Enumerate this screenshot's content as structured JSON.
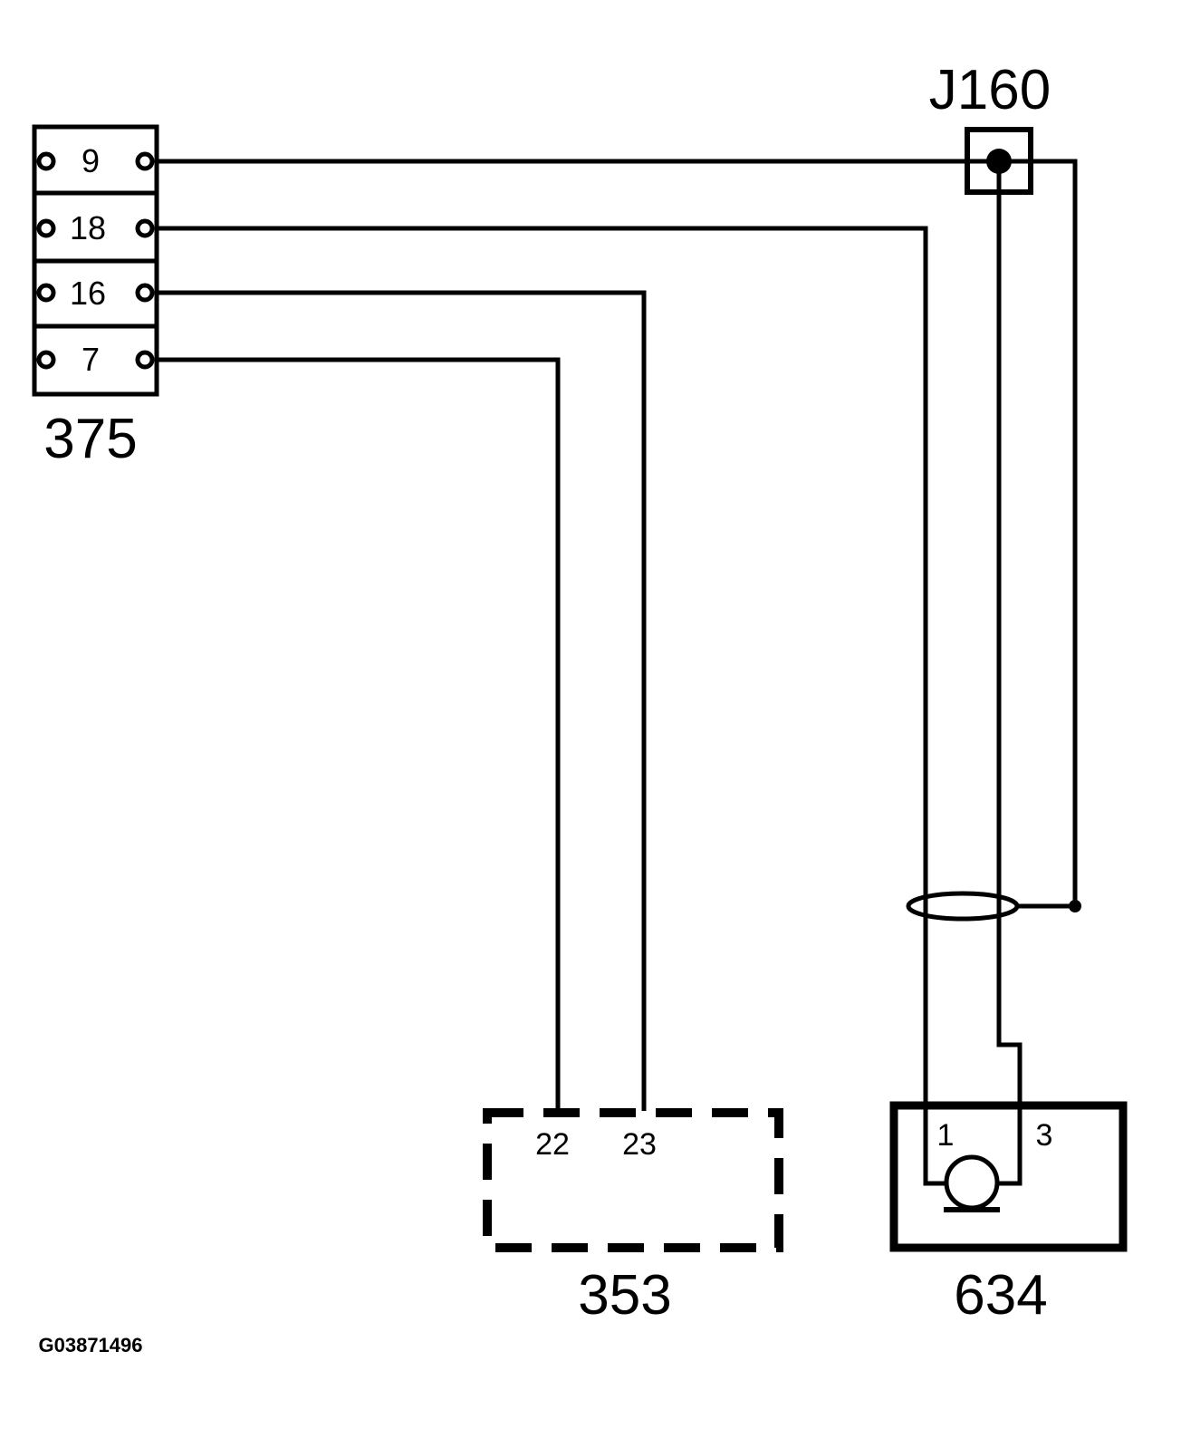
{
  "connector_375": {
    "label": "375",
    "pins": [
      "9",
      "18",
      "16",
      "7"
    ]
  },
  "splice": {
    "label": "J160"
  },
  "module_353": {
    "label": "353",
    "pins": [
      "22",
      "23"
    ]
  },
  "component_634": {
    "label": "634",
    "pins": [
      "1",
      "3"
    ]
  },
  "figure_id": "G03871496"
}
